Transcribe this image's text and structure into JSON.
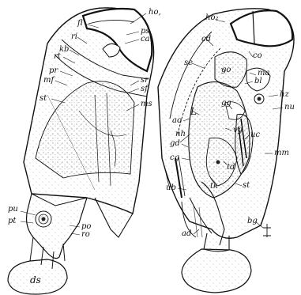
{
  "left_figure": {
    "labels": {
      "ho1": "ho,",
      "fl": "fl",
      "ps": "ps",
      "ri": "ri",
      "ca": "ca",
      "kb": "kb",
      "rt": "rt",
      "pr": "pr",
      "sr": "sr",
      "mf": "mf",
      "sf": "sf",
      "st": "st",
      "ms": "ms",
      "pu": "pu",
      "pt": "pt",
      "po": "po",
      "ro": "ro",
      "ds": "ds"
    }
  },
  "right_figure": {
    "labels": {
      "ho2": "ho₂",
      "cd": "cd",
      "co": "co",
      "se": "se",
      "go": "go",
      "ma": "ma",
      "bl": "bl",
      "hz": "hz",
      "gg": "gg",
      "nu": "nu",
      "L": "L",
      "ao": "ao",
      "nh": "nh",
      "vg": "vg",
      "uc": "uc",
      "gd": "gd",
      "mm": "mm",
      "cg": "cg",
      "td": "td",
      "tk": "tk",
      "st": "st",
      "ub": "ub",
      "bg": "bg",
      "ad": "ad"
    }
  }
}
